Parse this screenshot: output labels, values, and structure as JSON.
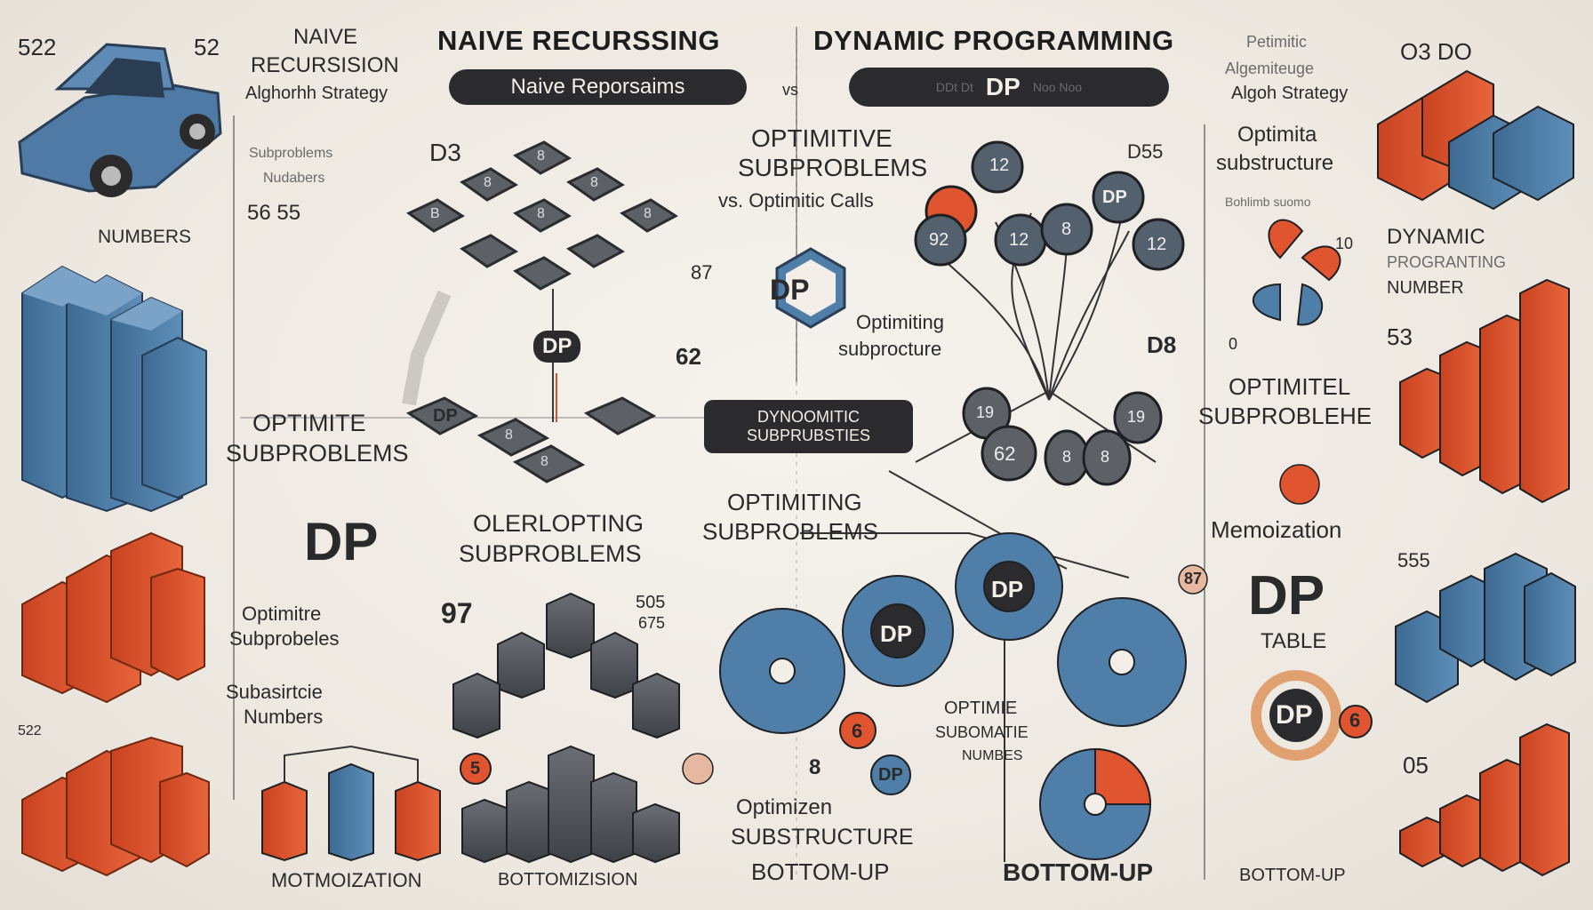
{
  "header": {
    "title_left": "NAIVE RECURSSING",
    "title_right": "DYNAMIC PROGRAMMING",
    "vs": "vs",
    "pill_left": "Naive Reporsaims",
    "pill_right_prefix": "DDt Dt",
    "pill_right_main": "DP",
    "pill_right_suffix": "Noo Noo"
  },
  "left_column": {
    "num_a": "522",
    "num_b": "52",
    "heading_1": "NAIVE",
    "heading_2": "RECURSISION",
    "heading_3": "Alghorhh Strategy",
    "numbers_label": "NUMBERS",
    "sub_1": "Subproblems",
    "sub_2": "Nudabers",
    "sub_3": "56 55",
    "optimite": "OPTIMITE",
    "subproblems": "SUBPROBLEMS",
    "optimitre": "Optimitre",
    "subprobeles": "Subprobeles",
    "subasirtcie": "Subasirtcie",
    "numbers_2": "Numbers",
    "memo": "MOTMOIZATION",
    "num_c": "522"
  },
  "center": {
    "d03": "D3",
    "optimitive_1": "OPTIMITIVE",
    "optimitive_2": "SUBPROBLEMS",
    "optimitive_3": "vs. Optimitic Calls",
    "dp_hex": "DP",
    "optimiting_1": "Optimiting",
    "optimiting_2": "subprocture",
    "n_87": "87",
    "n_62": "62",
    "dp_grid": "DP",
    "dp_small": "DP",
    "dynomatic_1": "DYNOOMITIC",
    "dynomatic_2": "SUBPRUBSTIES",
    "dp_big": "DP",
    "overlapping_1": "OLERLOPTING",
    "overlapping_2": "SUBPROBLEMS",
    "optimiting_b1": "OPTIMITING",
    "optimiting_b2": "SUBPROBLEMS",
    "n_97": "97",
    "n_505": "505",
    "n_675": "675",
    "bottomizision": "BOTTOMIZISION",
    "optimizen_1": "Optimizen",
    "optimizen_2": "SUBSTRUCTURE",
    "optimizen_3": "BOTTOM-UP",
    "optimie_1": "OPTIMIE",
    "optimie_2": "SUBOMATIE",
    "optimie_3": "NUMBES",
    "bottom_up": "BOTTOM-UP",
    "dp_circle_1": "DP",
    "dp_circle_2": "DP",
    "dp_circle_3": "DP",
    "n_6": "6",
    "n_8": "8",
    "n_5": "5",
    "tree_nodes": [
      "12",
      "DP",
      "92",
      "12",
      "8",
      "12"
    ],
    "tree_bottom": [
      "19",
      "19",
      "62",
      "8",
      "8"
    ],
    "grid_cells": [
      "8",
      "8",
      "8",
      "B",
      "8",
      "8",
      "8",
      "8"
    ],
    "d55": "D55",
    "d82": "D8"
  },
  "right_column": {
    "top_nums": "O3  DO",
    "head_1": "Petimitic",
    "head_2": "Algemiteuge",
    "head_3": "Algoh Strategy",
    "optimita_1": "Optimita",
    "optimita_2": "substructure",
    "optimita_3": "Bohlimb suomo",
    "dynamic_1": "DYNAMIC",
    "dynamic_2": "PROGRANTING",
    "dynamic_3": "NUMBER",
    "n_53": "53",
    "n_0": "0",
    "n_10": "10",
    "optimitel_1": "OPTIMITEL",
    "optimitel_2": "SUBPROBLEHE",
    "memoization": "Memoization",
    "n_555": "555",
    "dp_table_1": "DP",
    "dp_table_2": "TABLE",
    "dp_ring": "DP",
    "n_6r": "6",
    "n_87r": "87",
    "n_05": "05",
    "bottom_up": "BOTTOM-UP"
  },
  "colors": {
    "orange": "#e0552f",
    "blue": "#4f7fa9",
    "dark": "#4a4d52",
    "pill": "#2b2b2e"
  }
}
